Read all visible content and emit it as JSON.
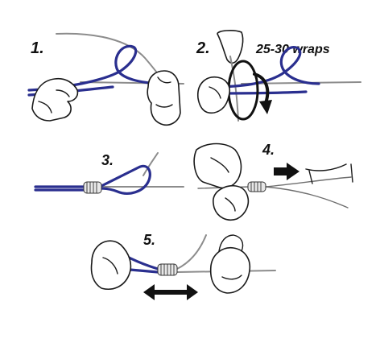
{
  "steps": [
    {
      "number": "1."
    },
    {
      "number": "2.",
      "note": "25-30 wraps"
    },
    {
      "number": "3."
    },
    {
      "number": "4."
    },
    {
      "number": "5."
    }
  ],
  "colors": {
    "braid": "#2a2f8f",
    "monofilament": "#8c8c8c",
    "outline": "#1a1a1a"
  },
  "icons": [
    "rotation-arrow-icon",
    "pull-right-arrow-icon",
    "double-headed-arrow-icon"
  ]
}
